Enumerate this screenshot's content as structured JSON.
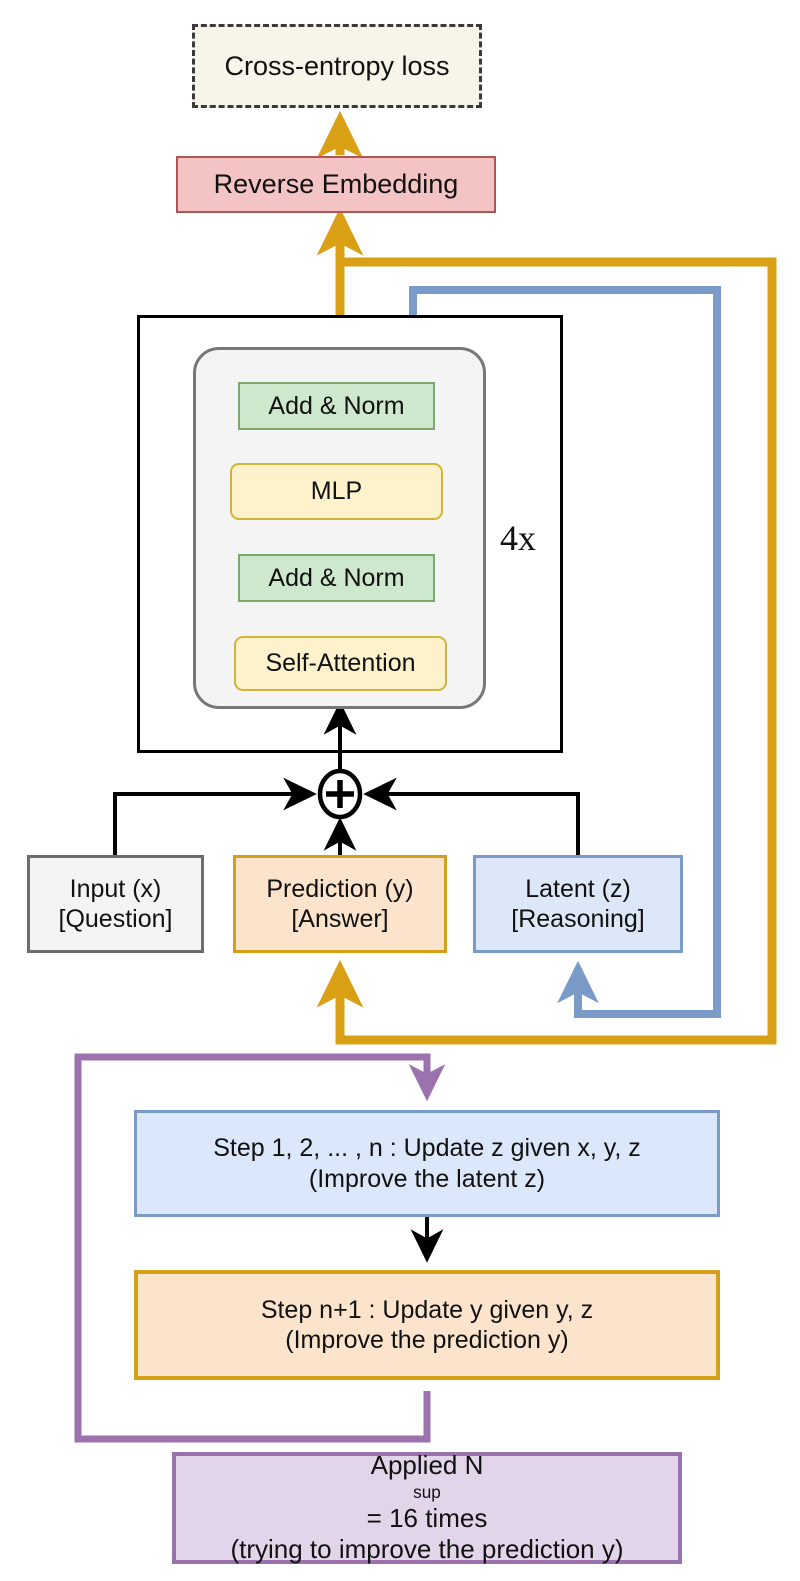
{
  "diagram": {
    "title_nodes": {
      "loss": "Cross-entropy loss",
      "reverse_embedding": "Reverse Embedding",
      "add_norm_top": "Add & Norm",
      "mlp": "MLP",
      "add_norm_bottom": "Add & Norm",
      "self_attention": "Self-Attention",
      "repeat_label": "4x"
    },
    "state_boxes": [
      {
        "name": "input",
        "line1": "Input (x)",
        "line2": "[Question]"
      },
      {
        "name": "prediction",
        "line1": "Prediction (y)",
        "line2": "[Answer]"
      },
      {
        "name": "latent",
        "line1": "Latent (z)",
        "line2": "[Reasoning]"
      }
    ],
    "steps": [
      {
        "name": "update-z",
        "line1": "Step 1, 2, ... , n : Update z given x, y, z",
        "line2": "(Improve the latent z)"
      },
      {
        "name": "update-y",
        "line1": "Step n+1 : Update y given y, z",
        "line2": "(Improve the prediction y)"
      }
    ],
    "supervision": {
      "prefix": "Applied N",
      "subscript": "sup",
      "suffix": " = 16 times",
      "line2": "(trying to improve the prediction y)",
      "count": 16
    },
    "operators": {
      "sum_node": "+"
    },
    "colors": {
      "orange_line": "#D9A016",
      "blue_line": "#7A9BC8",
      "purple_line": "#9B72AD",
      "black_line": "#000000",
      "loss_fill": "#F7F5E9",
      "reverse_fill": "#F4C4C4",
      "reverse_border": "#B05454",
      "green_fill": "#CDE8CC",
      "green_border": "#7FA86E",
      "yellow_fill": "#FDF2CC",
      "yellow_border": "#D4B33A",
      "grey_fill": "#F4F4F4",
      "grey_border": "#6D6D6D",
      "orange_fill": "#FCE4CC",
      "orange_border": "#D4A017",
      "blue_fill": "#DCE8F8",
      "blue_border": "#7A9BC8",
      "purple_fill": "#E2D5EA",
      "purple_border": "#9B72AD"
    }
  }
}
